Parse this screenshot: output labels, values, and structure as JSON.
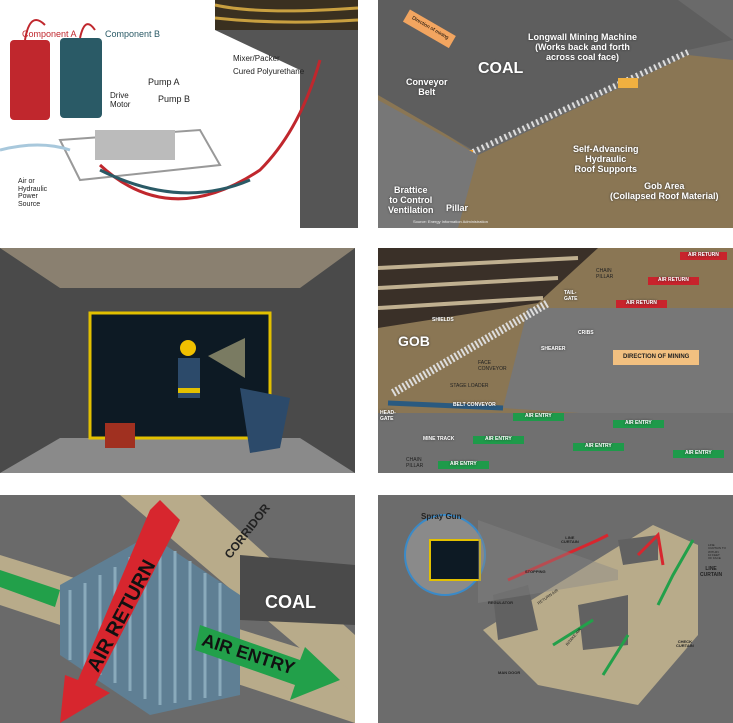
{
  "panel1": {
    "labels": {
      "component_a": "Component A",
      "component_b": "Component B",
      "drive_motor": "Drive\nMotor",
      "pump_a": "Pump A",
      "pump_b": "Pump B",
      "mixer_packer": "Mixer/Packer",
      "cured_polyurethane": "Cured Polyurethane",
      "power_source": "Air or\nHydraulic\nPower\nSource"
    },
    "colors": {
      "component_a": "#c0272d",
      "component_b": "#2a5a66"
    }
  },
  "panel2": {
    "labels": {
      "direction": "Direction of mining",
      "coal": "COAL",
      "longwall": "Longwall Mining Machine\n(Works back and forth\nacross coal face)",
      "conveyor": "Conveyor\nBelt",
      "supports": "Self-Advancing\nHydraulic\nRoof Supports",
      "gob": "Gob Area\n(Collapsed Roof Material)",
      "brattice": "Brattice\nto Control\nVentilation",
      "pillar": "Pillar",
      "source": "Source: Energy Information Administration"
    }
  },
  "panel3": {
    "colors": {
      "wall": "#4a4a4a",
      "floor": "#8a8a8a",
      "curtain": "#0d1a24",
      "frame": "#e2c000"
    }
  },
  "panel4": {
    "labels": {
      "air_return": "AIR RETURN",
      "chain_pillar": "CHAIN\nPILLAR",
      "tailgate": "TAIL-\nGATE",
      "cribs": "CRIBS",
      "gob": "GOB",
      "shields": "SHIELDS",
      "shearer": "SHEARER",
      "direction": "DIRECTION OF MINING",
      "face_conveyor": "FACE\nCONVEYOR",
      "stage_loader": "STAGE LOADER",
      "belt_conveyor": "BELT CONVEYOR",
      "headgate": "HEAD-\nGATE",
      "mine_track": "MINE TRACK",
      "air_entry": "AIR ENTRY"
    },
    "colors": {
      "air_return": "#c8232c",
      "air_entry": "#1e9a4a"
    }
  },
  "panel5": {
    "labels": {
      "air_return": "AIR RETURN",
      "corridor": "CORRIDOR",
      "coal": "COAL",
      "air_entry": "AIR ENTRY"
    },
    "colors": {
      "air_return": "#d7262e",
      "air_entry": "#22a04a",
      "curtain": "#5f7f94"
    }
  },
  "panel6": {
    "labels": {
      "spray_gun": "Spray Gun",
      "line_curtain": "LINE\nCURTAIN",
      "line_curtain_2": "LINE\nCURTAIN",
      "line_curtain_note": "LINE\nCURTAIN TO\nWITHIN\n10 FEET\nOF FACE",
      "stopping": "STOPPING",
      "return_air": "RETURN AIR",
      "regulator": "REGULATOR",
      "intake_air": "INTAKE AIR",
      "check_curtain": "CHECK\nCURTAIN",
      "man_door": "MAN DOOR"
    }
  }
}
